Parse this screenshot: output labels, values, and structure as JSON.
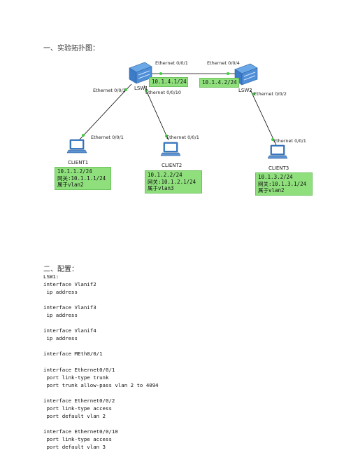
{
  "section1": {
    "heading": "一、实验拓扑图："
  },
  "section2": {
    "heading": "二、配置："
  },
  "topology": {
    "devices": {
      "lsw1": "LSW1",
      "lsw2": "LSW2",
      "client1": "CLIENT1",
      "client2": "CLIENT2",
      "client3": "CLIENT3"
    },
    "ports": {
      "lsw1_up": "Ethernet 0/0/1",
      "lsw2_up": "Ethernet 0/0/4",
      "lsw1_left": "Ethernet 0/0/2",
      "lsw1_down": "Ethernet 0/0/10",
      "lsw2_down": "Ethernet 0/0/2",
      "client1_port": "Ethernet 0/0/1",
      "client2_port": "Ethernet 0/0/1",
      "client3_port": "Ethernet 0/0/1"
    },
    "link_ips": {
      "lsw1": "10.1.4.1/24",
      "lsw2": "10.1.4.2/24"
    },
    "client_info": {
      "client1": [
        "10.1.1.2/24",
        "网关:10.1.1.1/24",
        "属于vlan2"
      ],
      "client2": [
        "10.1.2.2/24",
        "网关:10.1.2.1/24",
        "属于vlan3"
      ],
      "client3": [
        "10.1.3.2/24",
        "网关:10.1.3.1/24",
        "属于vlan2"
      ]
    }
  },
  "config_lines": [
    "LSW1:",
    "interface Vlanif2",
    " ip address",
    "",
    "interface Vlanif3",
    " ip address",
    "",
    "interface Vlanif4",
    " ip address",
    "",
    "interface MEth0/0/1",
    "",
    "interface Ethernet0/0/1",
    " port link-type trunk",
    " port trunk allow-pass vlan 2 to 4094",
    "",
    "interface Ethernet0/0/2",
    " port link-type access",
    " port default vlan 2",
    "",
    "interface Ethernet0/0/10",
    " port link-type access",
    " port default vlan 3"
  ]
}
